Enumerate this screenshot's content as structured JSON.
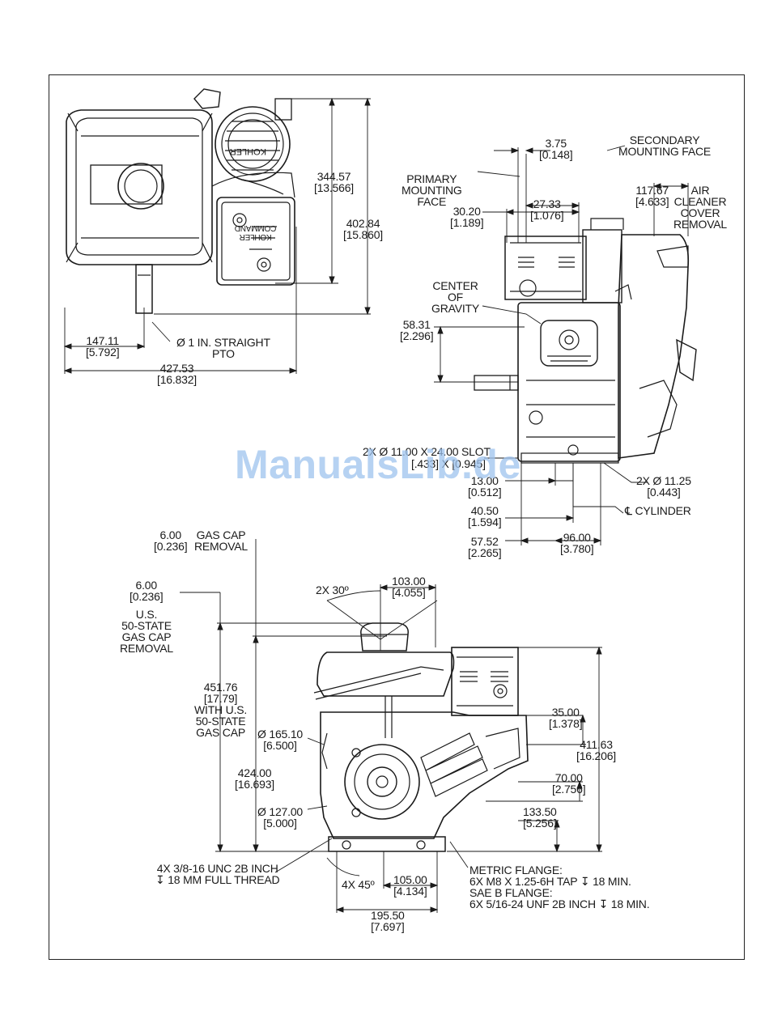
{
  "top_view": {
    "dim_height_mm": "344.57",
    "dim_height_in": "[13.566]",
    "dim_overall_height_mm": "402.84",
    "dim_overall_height_in": "[15.860]",
    "dim_pto_offset_mm": "147.11",
    "dim_pto_offset_in": "[5.792]",
    "pto_label": "Ø 1 IN. STRAIGHT\nPTO",
    "dim_width_mm": "427.53",
    "dim_width_in": "[16.832]",
    "brand_logo": "KOHLER",
    "label_plate": "KOHLER\nCOMMAND"
  },
  "side_view": {
    "dim_3_75_mm": "3.75",
    "dim_3_75_in": "[0.148]",
    "secondary_mounting_face": "SECONDARY\nMOUNTING FACE",
    "primary_mounting_face": "PRIMARY\nMOUNTING\nFACE",
    "dim_30_20_mm": "30.20",
    "dim_30_20_in": "[1.189]",
    "dim_27_33_mm": "27.33",
    "dim_27_33_in": "[1.076]",
    "dim_117_67_mm": "117.67",
    "dim_117_67_in": "[4.633]",
    "air_cleaner": "AIR\nCLEANER\nCOVER\nREMOVAL",
    "center_of_gravity": "CENTER\nOF\nGRAVITY",
    "dim_58_31_mm": "58.31",
    "dim_58_31_in": "[2.296]",
    "slot_callout": "2X Ø 11.00 X 24.00 SLOT",
    "slot_callout_in": "[.433] X [0.945]",
    "dim_13_00_mm": "13.00",
    "dim_13_00_in": "[0.512]",
    "hole_callout": "2X Ø 11.25",
    "hole_callout_in": "[0.443]",
    "dim_40_50_mm": "40.50",
    "dim_40_50_in": "[1.594]",
    "cylinder_label": "℄ CYLINDER",
    "dim_57_52_mm": "57.52",
    "dim_57_52_in": "[2.265]",
    "dim_96_00_mm": "96.00",
    "dim_96_00_in": "[3.780]"
  },
  "front_view": {
    "dim_gascap_mm": "6.00",
    "dim_gascap_in": "[0.236]",
    "gas_cap_removal": "GAS CAP\nREMOVAL",
    "dim_us_gascap_mm": "6.00",
    "dim_us_gascap_in": "[0.236]",
    "us_gas_cap": "U.S.\n50-STATE\nGAS CAP\nREMOVAL",
    "angle_callout": "2X 30º",
    "dim_103_mm": "103.00",
    "dim_103_in": "[4.055]",
    "dim_451_76": "451.76\n[17.79]\nWITH U.S.\n50-STATE\nGAS CAP",
    "dim_165_10_mm": "Ø 165.10",
    "dim_165_10_in": "[6.500]",
    "dim_424_mm": "424.00",
    "dim_424_in": "[16.693]",
    "dim_35_mm": "35.00",
    "dim_35_in": "[1.378]",
    "dim_411_63_mm": "411.63",
    "dim_411_63_in": "[16.206]",
    "dim_70_mm": "70.00",
    "dim_70_in": "[2.756]",
    "dim_127_mm": "Ø 127.00",
    "dim_127_in": "[5.000]",
    "dim_133_50_mm": "133.50",
    "dim_133_50_in": "[5.256]",
    "thread_callout": "4X 3/8-16 UNC 2B INCH\n↧ 18 MM FULL THREAD",
    "angle_45": "4X 45º",
    "dim_105_mm": "105.00",
    "dim_105_in": "[4.134]",
    "flange_note": "METRIC FLANGE:\n6X M8 X 1.25-6H TAP ↧ 18 MIN.\nSAE B FLANGE:\n6X 5/16-24 UNF 2B INCH ↧ 18 MIN.",
    "dim_195_50_mm": "195.50",
    "dim_195_50_in": "[7.697]"
  },
  "watermark": "ManualsLib.de",
  "colors": {
    "line": "#1a1a1a",
    "watermark": "#9ec3ee",
    "frame": "#222222"
  }
}
